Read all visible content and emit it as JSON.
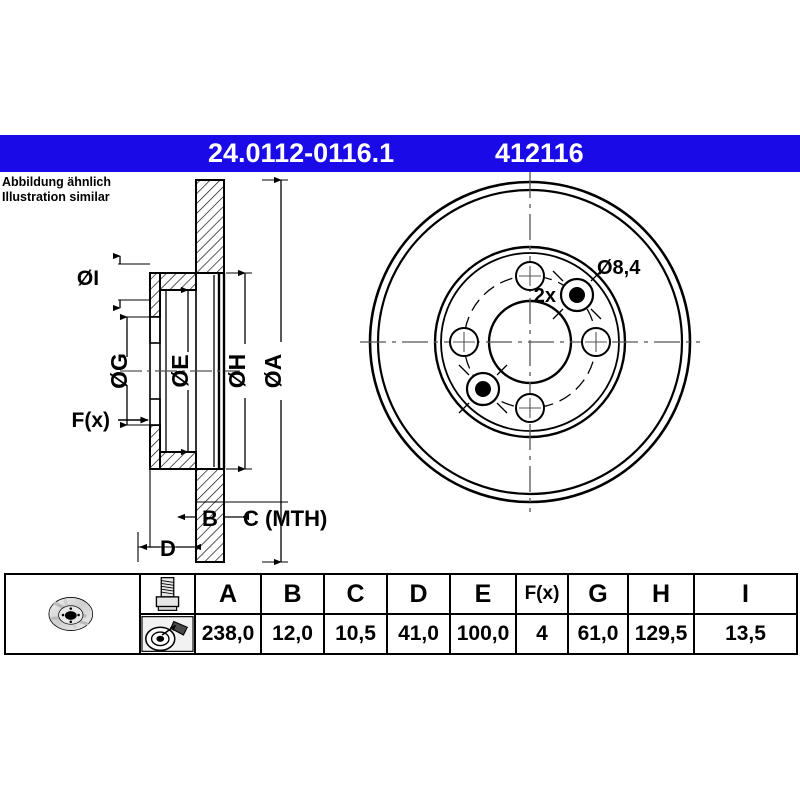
{
  "header": {
    "part_number": "24.0112-0116.1",
    "reference_number": "412116",
    "band_color": "#1a0ae8",
    "text_color": "#ffffff"
  },
  "note": {
    "line_de": "Abbildung ähnlich",
    "line_en": "Illustration similar"
  },
  "drawing": {
    "section_view": {
      "dimension_labels": [
        {
          "id": "I",
          "label": "ØI",
          "orientation": "horizontal"
        },
        {
          "id": "G",
          "label": "ØG",
          "orientation": "vertical"
        },
        {
          "id": "E",
          "label": "ØE",
          "orientation": "vertical"
        },
        {
          "id": "H",
          "label": "ØH",
          "orientation": "vertical"
        },
        {
          "id": "A",
          "label": "ØA",
          "orientation": "vertical"
        },
        {
          "id": "F",
          "label": "F(x)",
          "orientation": "horizontal"
        },
        {
          "id": "B",
          "label": "B",
          "orientation": "horizontal"
        },
        {
          "id": "C",
          "label": "C (MTH)",
          "orientation": "horizontal"
        },
        {
          "id": "D",
          "label": "D",
          "orientation": "horizontal"
        }
      ]
    },
    "face_view": {
      "hole_diameter_label": "Ø8,4",
      "hole_count_label": "2x",
      "wheel_bolt_holes": 4,
      "marked_holes": 2
    },
    "line_color": "#000000",
    "centerline_color": "#555555"
  },
  "table": {
    "columns": [
      {
        "key": "disc_icon",
        "type": "icon",
        "icon": "brake-disc-icon"
      },
      {
        "key": "tool_icon",
        "type": "icon",
        "icon": "bolt-and-gauge-icon"
      },
      {
        "key": "A",
        "header": "A",
        "value": "238,0"
      },
      {
        "key": "B",
        "header": "B",
        "value": "12,0"
      },
      {
        "key": "C",
        "header": "C",
        "value": "10,5"
      },
      {
        "key": "D",
        "header": "D",
        "value": "41,0"
      },
      {
        "key": "E",
        "header": "E",
        "value": "100,0"
      },
      {
        "key": "Fx",
        "header": "F(x)",
        "header_sub": "(x)",
        "value": "4"
      },
      {
        "key": "G",
        "header": "G",
        "value": "61,0"
      },
      {
        "key": "H",
        "header": "H",
        "value": "129,5"
      },
      {
        "key": "I",
        "header": "I",
        "value": "13,5"
      }
    ]
  }
}
